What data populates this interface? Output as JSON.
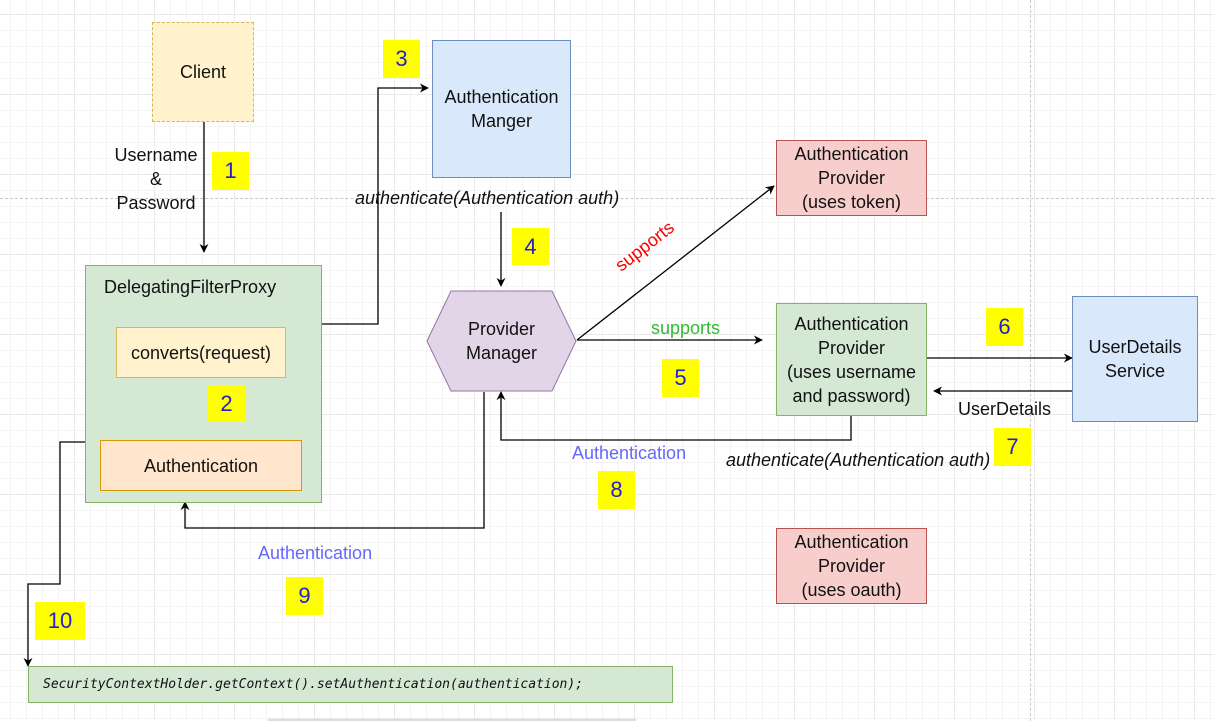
{
  "nodes": {
    "client": "Client",
    "authentication_manager": "Authentication\nManger",
    "provider_token": "Authentication\nProvider\n(uses token)",
    "filter_proxy": "DelegatingFilterProxy",
    "converts": "converts(request)",
    "authentication_inner": "Authentication",
    "provider_manager": "Provider\nManager",
    "provider_userpass": "Authentication\nProvider\n(uses username\nand password)",
    "userdetails_service": "UserDetails\nService",
    "provider_oauth": "Authentication\nProvider\n(uses oauth)",
    "security_context": "SecurityContextHolder.getContext().setAuthentication(authentication);"
  },
  "labels": {
    "username_password": "Username\n&\nPassword",
    "authenticate_top": "authenticate(Authentication auth)",
    "supports_red": "supports",
    "supports_green": "supports",
    "userdetails": "UserDetails",
    "authenticate_bottom": "authenticate(Authentication auth)",
    "authentication_8": "Authentication",
    "authentication_9": "Authentication"
  },
  "steps": [
    "1",
    "2",
    "3",
    "4",
    "5",
    "6",
    "7",
    "8",
    "9",
    "10"
  ],
  "colors": {
    "step_badge": "#ffff00",
    "step_text": "#2222cc",
    "supports_unsupported": "#ff0000",
    "supports_supported": "#33bb33",
    "return_label": "#6666ff"
  }
}
